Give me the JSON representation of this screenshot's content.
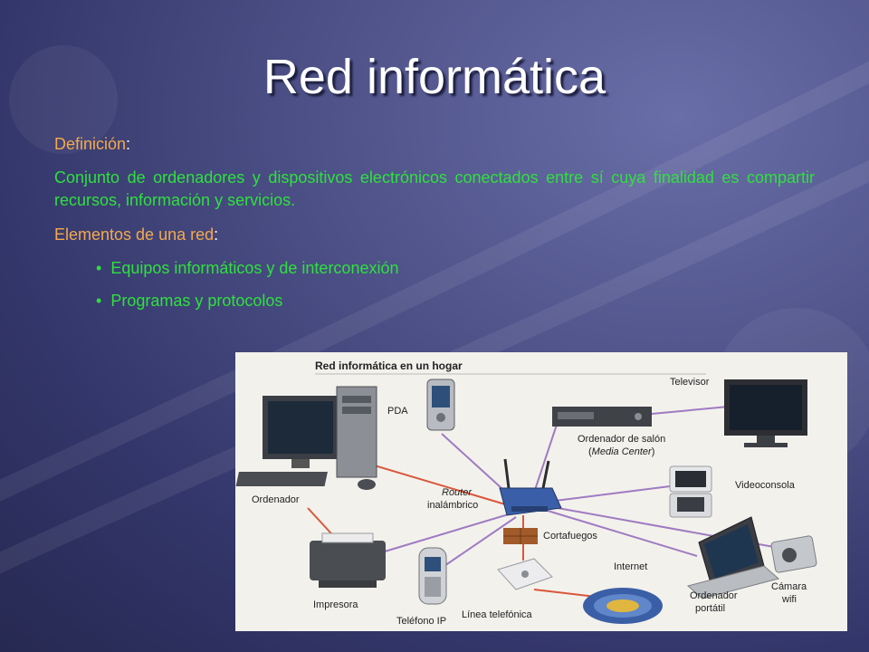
{
  "slide": {
    "title": "Red informática",
    "definition_label": "Definición",
    "definition_colon": ":",
    "definition_text": "Conjunto de ordenadores y dispositivos electrónicos conectados entre sí cuya finalidad es compartir recursos, información y servicios.",
    "elements_label": "Elementos de una red",
    "elements_colon": ":",
    "bullets": [
      "Equipos informáticos y de interconexión",
      "Programas y protocolos"
    ],
    "bullet_glyph": "•"
  },
  "picture": {
    "title": "Red informática en un hogar",
    "labels": {
      "pda": "PDA",
      "televisor": "Televisor",
      "media_center_1": "Ordenador de salón",
      "media_center_2_open": "(",
      "media_center_2_italic": "Media Center",
      "media_center_2_close": ")",
      "ordenador": "Ordenador",
      "router_1": "Router",
      "router_2": "inalámbrico",
      "videoconsola": "Videoconsola",
      "cortafuegos": "Cortafuegos",
      "internet": "Internet",
      "impresora": "Impresora",
      "camara_1": "Cámara",
      "camara_2": "wifi",
      "portatil_1": "Ordenador",
      "portatil_2": "portátil",
      "linea": "Línea telefónica",
      "telefono": "Teléfono IP"
    }
  },
  "colors": {
    "heading": "#f4a94d",
    "body_text": "#2fe03e",
    "title": "#ffffff",
    "background": "#4d5187",
    "wire_wired": "#d8573a",
    "wire_wireless": "#9f7bc2"
  }
}
